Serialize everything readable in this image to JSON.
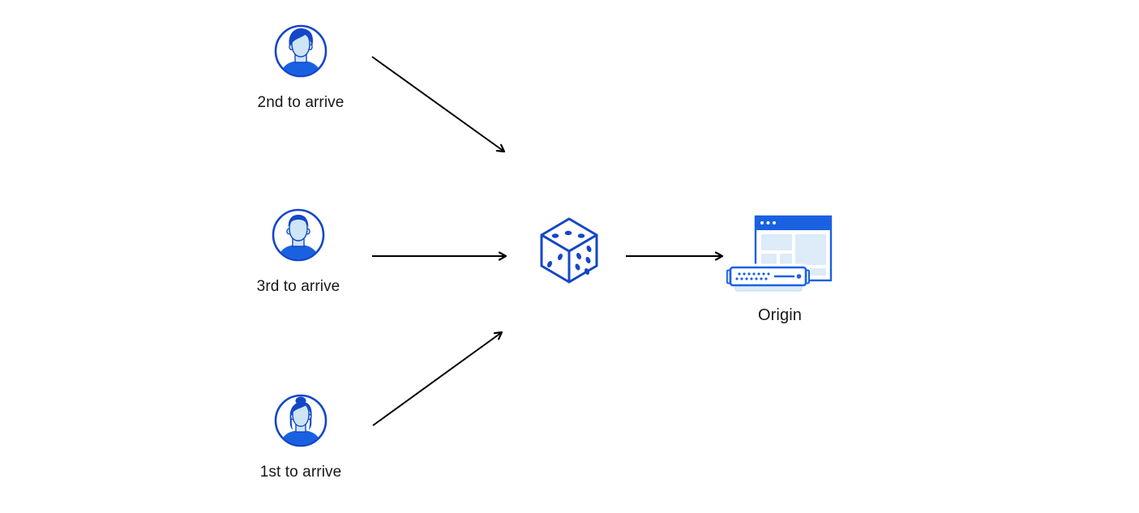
{
  "diagram": {
    "description": "Three users routed through a random (dice) selector to a single origin server",
    "users": [
      {
        "id": "user-2nd",
        "label": "2nd to arrive",
        "icon": "avatar-man-sidepart-icon"
      },
      {
        "id": "user-3rd",
        "label": "3rd to arrive",
        "icon": "avatar-man-buzzcut-icon"
      },
      {
        "id": "user-1st",
        "label": "1st to arrive",
        "icon": "avatar-woman-bun-icon"
      }
    ],
    "router": {
      "id": "dice",
      "icon": "dice-icon"
    },
    "origin": {
      "id": "origin",
      "label": "Origin",
      "icon": "origin-server-icon"
    },
    "edges": [
      {
        "from": "user-2nd",
        "to": "dice"
      },
      {
        "from": "user-3rd",
        "to": "dice"
      },
      {
        "from": "user-1st",
        "to": "dice"
      },
      {
        "from": "dice",
        "to": "origin"
      }
    ],
    "colors": {
      "outline_blue": "#1447c8",
      "bright_blue": "#1a61e2",
      "face_light_blue": "#cde5f5",
      "panel_light_blue": "#deebf8",
      "arrow_black": "#000000",
      "background": "#ffffff"
    }
  }
}
